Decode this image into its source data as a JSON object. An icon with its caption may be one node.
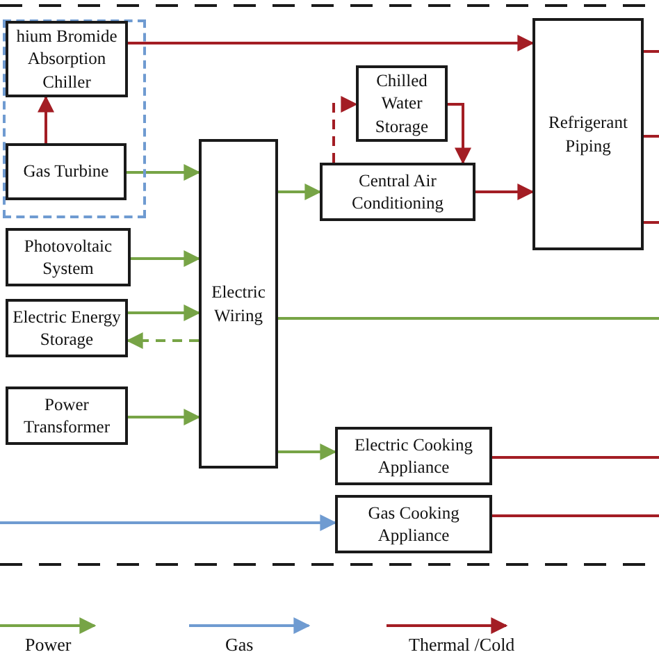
{
  "diagram": {
    "nodes": [
      {
        "text": [],
        "shape": "box"
      },
      {
        "text": [
          "hium Bromide Absorption Chiller"
        ],
        "in": 0
      },
      {
        "text": [
          "Gas Turbine"
        ],
        "in": 0
      },
      {
        "text": [
          "Photovoltaic System"
        ]
      },
      {
        "text": [
          "Electric Energy Storage"
        ]
      },
      {
        "text": [
          "Power Transformer"
        ]
      },
      {
        "text": [
          "Electric Wiring"
        ]
      },
      {
        "text": [
          "Chilled Water Storage"
        ]
      },
      {
        "text": [
          "Central Air Conditioning"
        ]
      },
      {
        "text": [
          "Refrigerant Piping"
        ]
      },
      {
        "text": [
          "Electric Cooking Appliance"
        ]
      },
      {
        "text": [
          "Gas Cooking Appliance"
        ]
      }
    ],
    "edges": [
      {
        "from": 2,
        "to": 1,
        "arrow": "to"
      },
      {
        "from": 1,
        "to": 9,
        "arrow": "to"
      },
      {
        "from": 2,
        "to": 6,
        "arrow": "to",
        "color": "#77a446"
      },
      {
        "from": 3,
        "to": 6,
        "arrow": "to",
        "color": "#77a446"
      },
      {
        "from": 4,
        "to": 6,
        "arrow": "to",
        "color": "#77a446"
      },
      {
        "from": 6,
        "to": 4,
        "arrow": "to",
        "style": "dashed",
        "color": "#77a446"
      },
      {
        "from": 5,
        "to": 6,
        "arrow": "to",
        "color": "#77a446"
      },
      {
        "from": 6,
        "to": 8,
        "arrow": "to",
        "color": "#77a446"
      },
      {
        "from": 8,
        "to": 7,
        "arrow": "to",
        "style": "dashed"
      },
      {
        "from": 7,
        "to": 8,
        "arrow": "to"
      },
      {
        "from": 8,
        "to": 9,
        "arrow": "to"
      },
      {
        "from": 6,
        "to": null,
        "arrow": "none",
        "color": "#77a446"
      },
      {
        "from": 6,
        "to": 10,
        "arrow": "to",
        "color": "#77a446"
      },
      {
        "from": null,
        "to": 11,
        "arrow": "to",
        "color": "#6f9bd1"
      },
      {
        "from": 9,
        "to": null,
        "arrow": "none"
      },
      {
        "from": 9,
        "to": null,
        "arrow": "none"
      },
      {
        "from": 9,
        "to": null,
        "arrow": "none"
      },
      {
        "from": 10,
        "to": null,
        "arrow": "none"
      },
      {
        "from": 11,
        "to": null,
        "arrow": "none"
      }
    ],
    "legend": [
      {
        "text": "Power"
      },
      {
        "text": "Gas"
      },
      {
        "text": "Thermal /Cold"
      }
    ]
  }
}
